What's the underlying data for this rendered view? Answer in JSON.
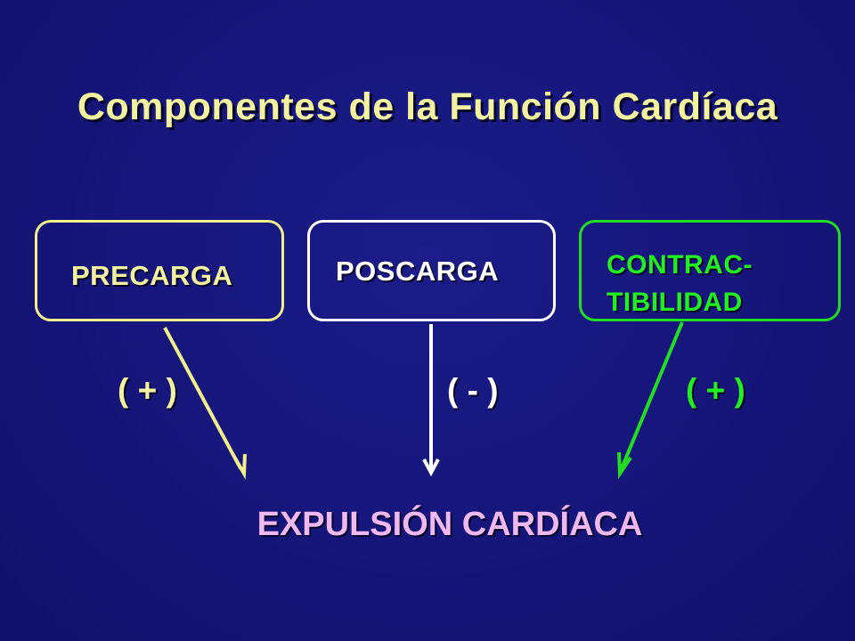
{
  "title": "Componentes de la Función Cardíaca",
  "boxes": {
    "precarga": "PRECARGA",
    "poscarga": "POSCARGA",
    "contractilidad_line1": "CONTRAC-",
    "contractilidad_line2": "TIBILIDAD"
  },
  "signs": {
    "precarga": "( + )",
    "poscarga": "( - )",
    "contractilidad": "( + )"
  },
  "result": "EXPULSIÓN CARDÍACA",
  "colors": {
    "background": "#15157a",
    "precarga": "#f2f08c",
    "poscarga": "#ffffff",
    "contractilidad": "#22dd22",
    "result": "#f0b8f0"
  }
}
